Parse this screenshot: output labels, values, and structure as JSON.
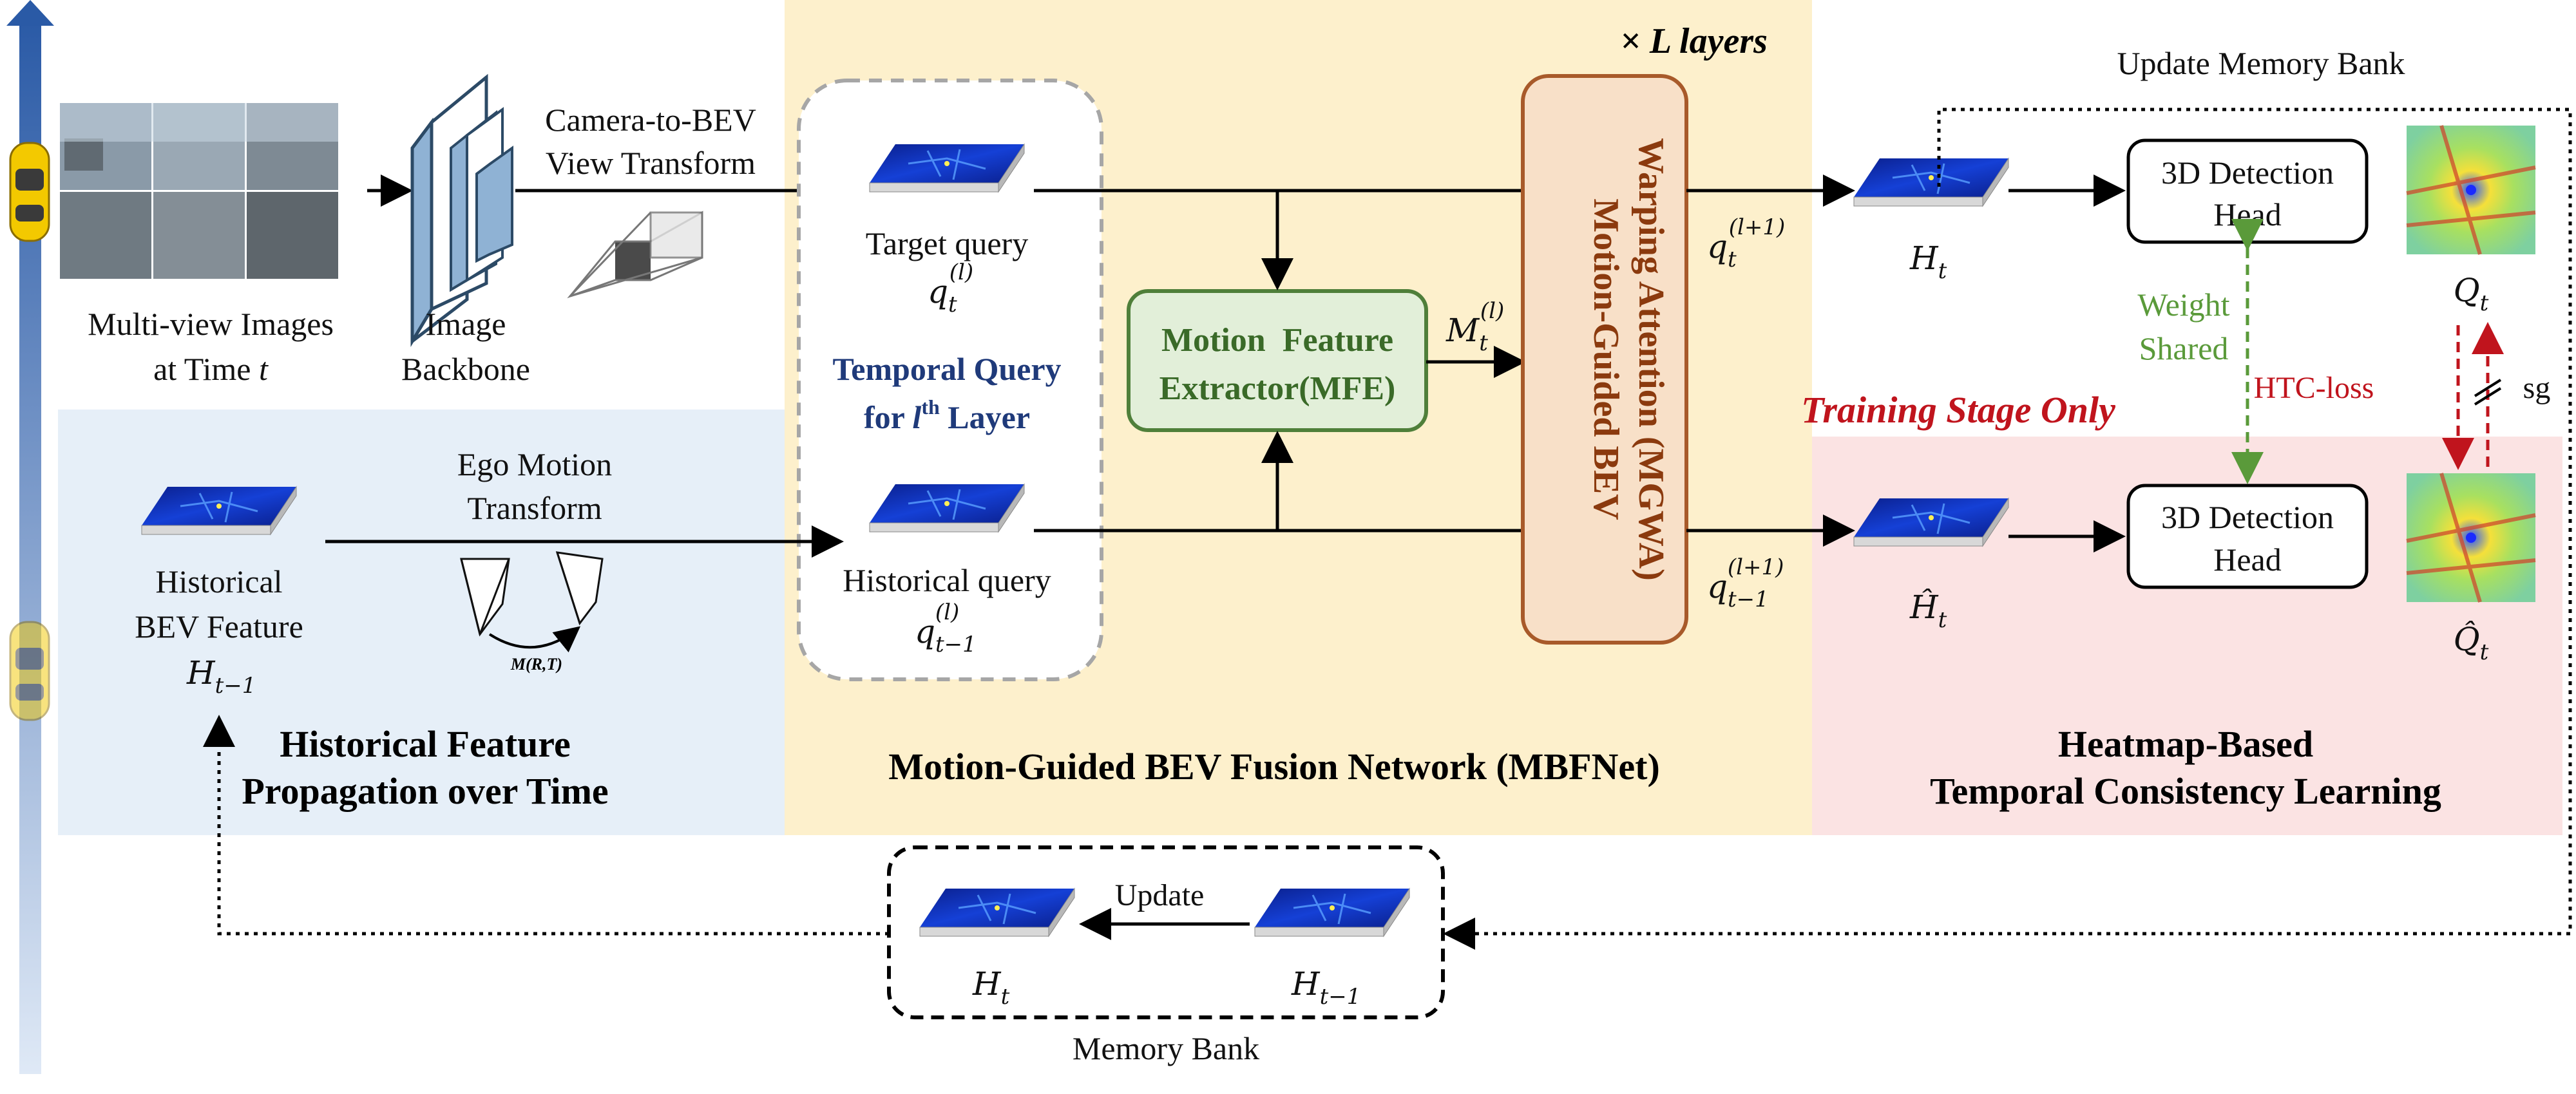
{
  "labels": {
    "update_memory_bank": "Update Memory Bank",
    "layers": "× L layers",
    "camera_to_bev_1": "Camera-to-BEV",
    "camera_to_bev_2": "View Transform",
    "multiview_1": "Multi-view Images",
    "multiview_2": "at Time",
    "multiview_t": "t",
    "backbone_1": "Image",
    "backbone_2": "Backbone",
    "target_query": "Target query",
    "temporal_query_1": "Temporal Query",
    "temporal_query_2": "for",
    "temporal_query_sup": "th",
    "temporal_query_3": "Layer",
    "mfe_1": "Motion  Feature",
    "mfe_2": "Extractor(MFE)",
    "mgwa_1": "Motion-Guided BEV",
    "mgwa_2": "Warping Attention (MGWA)",
    "detection_head_1": "3D Detection",
    "detection_head_2": "Head",
    "weight_1": "Weight",
    "weight_2": "Shared",
    "training_stage": "Training Stage Only",
    "htc_loss": "HTC-loss",
    "sg": "sg",
    "ego_1": "Ego Motion",
    "ego_2": "Transform",
    "historical_bev_1": "Historical",
    "historical_bev_2": "BEV Feature",
    "historical_query": "Historical query",
    "motion_rt": "M(R,T)",
    "section_hist_1": "Historical Feature",
    "section_hist_2": "Propagation over Time",
    "section_mbf": "Motion-Guided BEV Fusion Network (MBFNet)",
    "section_heat_1": "Heatmap-Based",
    "section_heat_2": "Temporal Consistency Learning",
    "update": "Update",
    "memory_bank": "Memory Bank"
  },
  "colors": {
    "blue_panel": "#e6eff8",
    "yellow_panel": "#fdf0cc",
    "pink_panel": "#fbe3e3",
    "mfe_fill": "#e2efd9",
    "mfe_stroke": "#4f7f3a",
    "mgwa_fill": "#f8e0c8",
    "mgwa_stroke": "#a85a2a",
    "mgwa_text": "#8b3a0e",
    "temporal_query_text": "#1f3a7a",
    "training_text": "#c0141d",
    "weight_text": "#5a9a3a",
    "htc_text": "#c0141d",
    "time_axis": "#2f5fa8"
  }
}
